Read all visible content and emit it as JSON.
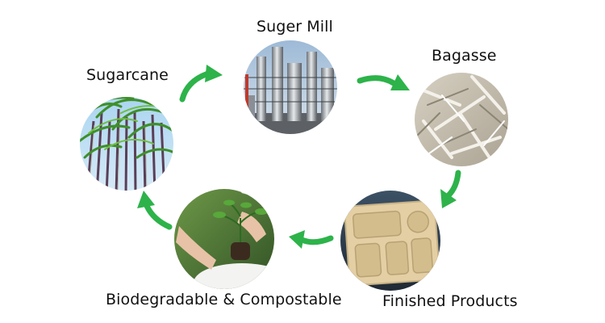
{
  "stages": {
    "sugarcane": {
      "label": "Sugarcane"
    },
    "mill": {
      "label": "Suger Mill"
    },
    "bagasse": {
      "label": "Bagasse"
    },
    "finished": {
      "label": "Finished Products"
    },
    "compost": {
      "label": "Biodegradable & Compostable"
    }
  },
  "colors": {
    "arrow": "#2db34a",
    "sky": "#8fc5ea",
    "cane_green": "#3f8f2a",
    "tray": "#e3cfa3"
  }
}
